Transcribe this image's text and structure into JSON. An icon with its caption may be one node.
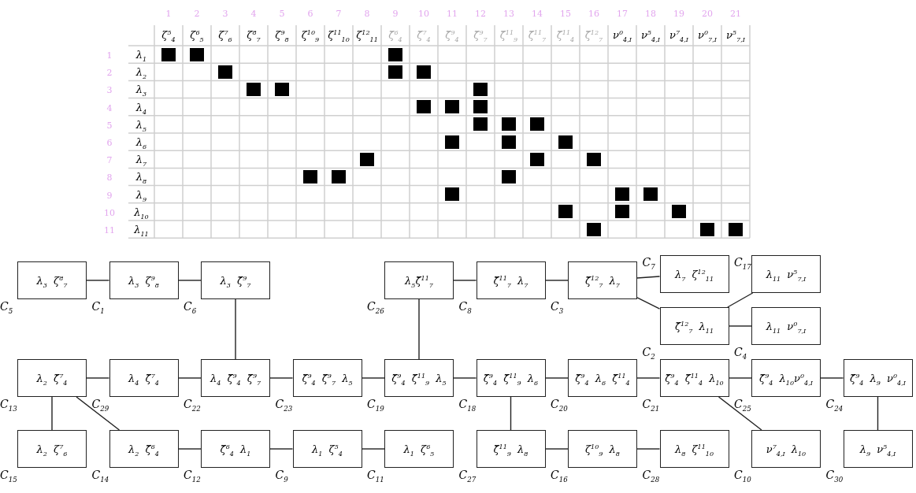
{
  "diagram": {
    "nodes": [
      {
        "text": [],
        "shape": "box"
      },
      {
        "text": [],
        "shape": "box"
      },
      {
        "text": [],
        "shape": "box"
      },
      {
        "text": [],
        "shape": "box"
      },
      {
        "text": [],
        "shape": "box"
      },
      {
        "text": [],
        "shape": "box"
      },
      {
        "text": [],
        "shape": "box"
      },
      {
        "text": [],
        "shape": "box"
      },
      {
        "text": [],
        "shape": "box"
      },
      {
        "text": [],
        "shape": "box"
      },
      {
        "text": [],
        "shape": "box"
      },
      {
        "text": [],
        "shape": "box"
      },
      {
        "text": [],
        "shape": "box"
      },
      {
        "text": [],
        "shape": "box"
      },
      {
        "text": [],
        "shape": "box"
      },
      {
        "text": [],
        "shape": "box"
      },
      {
        "text": [],
        "shape": "box"
      },
      {
        "text": [],
        "shape": "box"
      },
      {
        "text": [],
        "shape": "box"
      },
      {
        "text": [],
        "shape": "box"
      },
      {
        "text": [],
        "shape": "box"
      },
      {
        "text": [],
        "shape": "box"
      },
      {
        "text": [],
        "shape": "box"
      },
      {
        "text": [],
        "shape": "box"
      },
      {
        "text": [],
        "shape": "box"
      },
      {
        "text": [],
        "shape": "box"
      },
      {
        "text": [],
        "shape": "box"
      },
      {
        "text": [],
        "shape": "box"
      },
      {
        "text": [],
        "shape": "box"
      },
      {
        "text": [],
        "shape": "box"
      },
      {
        "text": [],
        "shape": "box"
      },
      {
        "text": [],
        "shape": "box"
      },
      {
        "text": [],
        "shape": "box"
      },
      {
        "text": [
          "λ$_{3}$ ζ$^{8}$$_{7}$"
        ],
        "beside": [
          "C$_{5}$"
        ]
      },
      {
        "text": [
          "λ$_{3}$ ζ$^{9}$$_{8}$"
        ],
        "beside": [
          "C$_{1}$"
        ]
      },
      {
        "text": [
          "λ$_{3}$ ζ̆$^{9}$$_{7}$"
        ],
        "beside": [
          "C$_{6}$"
        ]
      },
      {
        "text": [
          "λ$_{5}$ζ̆$^{11}$$_{7}$"
        ],
        "beside": [
          "C$_{26}$"
        ]
      },
      {
        "text": [
          "ζ̆$^{11}$$_{7}$ λ$_{7}$"
        ],
        "beside": [
          "C$_{8}$"
        ]
      },
      {
        "text": [
          "ζ̆$^{12}$$_{7}$ λ$_{7}$"
        ],
        "beside": [
          "C$_{3}$"
        ]
      },
      {
        "text": [
          "λ$_{7}$ ζ$^{12}$$_{11}$"
        ],
        "beside": [
          "C$_{7}$"
        ]
      },
      {
        "text": [
          "λ$_{11}$ ν$^{5}$$_{7,I}$"
        ],
        "beside": [
          "C$_{17}$"
        ]
      },
      {
        "text": [
          "ζ̆$^{12}$$_{7}$ λ$_{11}$"
        ],
        "beside": [
          "C$_{2}$"
        ]
      },
      {
        "text": [
          "λ$_{11}$ ν$^{0}$$_{7,I}$"
        ],
        "beside": [
          "C$_{4}$"
        ]
      },
      {
        "text": [
          "λ$_{2}$ ζ̆$^{7}$$_{4}$"
        ],
        "beside": [
          "C$_{13}$"
        ]
      },
      {
        "text": [
          "λ$_{4}$ ζ̆$^{7}$$_{4}$"
        ],
        "beside": [
          "C$_{29}$"
        ]
      },
      {
        "text": [
          "λ$_{4}$ ζ̆$^{9}$$_{4}$ ζ̆$^{9}$$_{7}$"
        ],
        "beside": [
          "C$_{22}$"
        ]
      },
      {
        "text": [
          "ζ̆$^{9}$$_{4}$ ζ̆$^{9}$$_{7}$ λ$_{5}$"
        ],
        "beside": [
          "C$_{23}$"
        ]
      },
      {
        "text": [
          "ζ̆$^{9}$$_{4}$ ζ̆$^{11}$$_{9}$ λ$_{5}$"
        ],
        "beside": [
          "C$_{19}$"
        ]
      },
      {
        "text": [
          "ζ̆$^{9}$$_{4}$ ζ̆$^{11}$$_{9}$ λ$_{6}$"
        ],
        "beside": [
          "C$_{18}$"
        ]
      },
      {
        "text": [
          "ζ̆$^{9}$$_{4}$ λ$_{6}$ ζ̆$^{11}$$_{4}$"
        ],
        "beside": [
          "C$_{20}$"
        ]
      },
      {
        "text": [
          "ζ̆$^{9}$$_{4}$ ζ̆$^{11}$$_{4}$ λ$_{10}$"
        ],
        "beside": [
          "C$_{21}$"
        ]
      },
      {
        "text": [
          "ζ̆$^{9}$$_{4}$ λ$_{10}$ν$^{0}$$_{4,I}$"
        ],
        "beside": [
          "C$_{25}$"
        ]
      },
      {
        "text": [
          "ζ̆$^{9}$$_{4}$ λ$_{9}$ ν$^{0}$$_{4,I}$"
        ],
        "beside": [
          "C$_{24}$"
        ]
      },
      {
        "text": [
          "λ$_{2}$ ζ$^{7}$$_{6}$"
        ],
        "beside": [
          "C$_{15}$"
        ]
      },
      {
        "text": [
          "λ$_{2}$ ζ̆$^{6}$$_{4}$"
        ],
        "beside": [
          "C$_{14}$"
        ]
      },
      {
        "text": [
          "ζ̆$^{6}$$_{4}$ λ$_{1}$"
        ],
        "beside": [
          "C$_{12}$"
        ]
      },
      {
        "text": [
          "λ$_{1}$ ζ$^{5}$$_{4}$"
        ],
        "beside": [
          "C$_{9}$"
        ]
      },
      {
        "text": [
          "λ$_{1}$ ζ$^{6}$$_{5}$"
        ],
        "beside": [
          "C$_{11}$"
        ]
      },
      {
        "text": [
          "ζ̆$^{11}$$_{9}$ λ$_{8}$"
        ],
        "beside": [
          "C$_{27}$"
        ]
      },
      {
        "text": [
          "ζ$^{10}$$_{9}$ λ$_{8}$"
        ],
        "beside": [
          "C$_{16}$"
        ]
      },
      {
        "text": [
          "λ$_{8}$ ζ$^{11}$$_{10}$"
        ],
        "beside": [
          "C$_{28}$"
        ]
      },
      {
        "text": [
          "ν$^{7}$$_{4,I}$ λ$_{10}$"
        ],
        "beside": [
          "C$_{10}$"
        ]
      },
      {
        "text": [
          "λ$_{9}$ ν$^{5}$$_{4,I}$"
        ],
        "beside": [
          "C$_{30}$"
        ]
      }
    ],
    "edges": [
      {
        "from": 33,
        "to": 34,
        "arrow": "none"
      },
      {
        "from": 34,
        "to": 35,
        "arrow": "none"
      },
      {
        "from": 35,
        "to": 45,
        "arrow": "none"
      },
      {
        "from": 36,
        "to": 37,
        "arrow": "none"
      },
      {
        "from": 37,
        "to": 38,
        "arrow": "none"
      },
      {
        "from": 38,
        "to": 39,
        "arrow": "none"
      },
      {
        "from": 38,
        "to": 41,
        "arrow": "none"
      },
      {
        "from": 41,
        "to": 40,
        "arrow": "none"
      },
      {
        "from": 41,
        "to": 42,
        "arrow": "none"
      },
      {
        "from": 36,
        "to": 47,
        "arrow": "none"
      },
      {
        "from": 43,
        "to": 44,
        "arrow": "none"
      },
      {
        "from": 44,
        "to": 45,
        "arrow": "none"
      },
      {
        "from": 45,
        "to": 46,
        "arrow": "none"
      },
      {
        "from": 46,
        "to": 47,
        "arrow": "none"
      },
      {
        "from": 47,
        "to": 48,
        "arrow": "none"
      },
      {
        "from": 48,
        "to": 49,
        "arrow": "none"
      },
      {
        "from": 49,
        "to": 50,
        "arrow": "none"
      },
      {
        "from": 50,
        "to": 51,
        "arrow": "none"
      },
      {
        "from": 51,
        "to": 52,
        "arrow": "none"
      },
      {
        "from": 52,
        "to": 62,
        "arrow": "none"
      },
      {
        "from": 50,
        "to": 61,
        "arrow": "none"
      },
      {
        "from": 48,
        "to": 58,
        "arrow": "none"
      },
      {
        "from": 43,
        "to": 53,
        "arrow": "none"
      },
      {
        "from": 43,
        "to": 54,
        "arrow": "none"
      },
      {
        "from": 54,
        "to": 55,
        "arrow": "none"
      },
      {
        "from": 55,
        "to": 56,
        "arrow": "none"
      },
      {
        "from": 56,
        "to": 57,
        "arrow": "none"
      },
      {
        "from": 58,
        "to": 59,
        "arrow": "none"
      },
      {
        "from": 59,
        "to": 60,
        "arrow": "none"
      }
    ],
    "labels": [
      "1",
      "2",
      "3",
      "4",
      "5",
      "6",
      "7",
      "8",
      "9",
      "10",
      "11",
      "12",
      "13",
      "14",
      "15",
      "16",
      "17",
      "18",
      "19",
      "20",
      "21",
      "ζ$^{5}$$_{4}$",
      "ζ$^{6}$$_{5}$",
      "ζ$^{7}$$_{6}$",
      "ζ$^{8}$$_{7}$",
      "ζ$^{9}$$_{8}$",
      "ζ$^{10}$$_{9}$",
      "ζ$^{11}$$_{10}$",
      "ζ$^{12}$$_{11}$",
      "ζ̆$^{6}$$_{4}$",
      "ζ̆$^{7}$$_{4}$",
      "ζ̆$^{9}$$_{4}$",
      "ζ̆$^{9}$$_{7}$",
      "ζ̆$^{11}$$_{9}$",
      "ζ̆$^{11}$$_{7}$",
      "ζ̆$^{11}$$_{4}$",
      "ζ̆$^{12}$$_{7}$",
      "ν$^{0}$$_{4,I}$",
      "ν$^{5}$$_{4,I}$",
      "ν$^{7}$$_{4,I}$",
      "ν$^{0}$$_{7,I}$",
      "ν$^{5}$$_{7,I}$",
      "1",
      "λ$_{1}$",
      "2",
      "λ$_{2}$",
      "3",
      "λ$_{3}$",
      "4",
      "λ$_{4}$",
      "5",
      "λ$_{5}$",
      "6",
      "λ$_{6}$",
      "7",
      "λ$_{7}$",
      "8",
      "λ$_{8}$",
      "9",
      "λ$_{9}$",
      "10",
      "λ$_{10}$",
      "11",
      "λ$_{11}$"
    ]
  }
}
